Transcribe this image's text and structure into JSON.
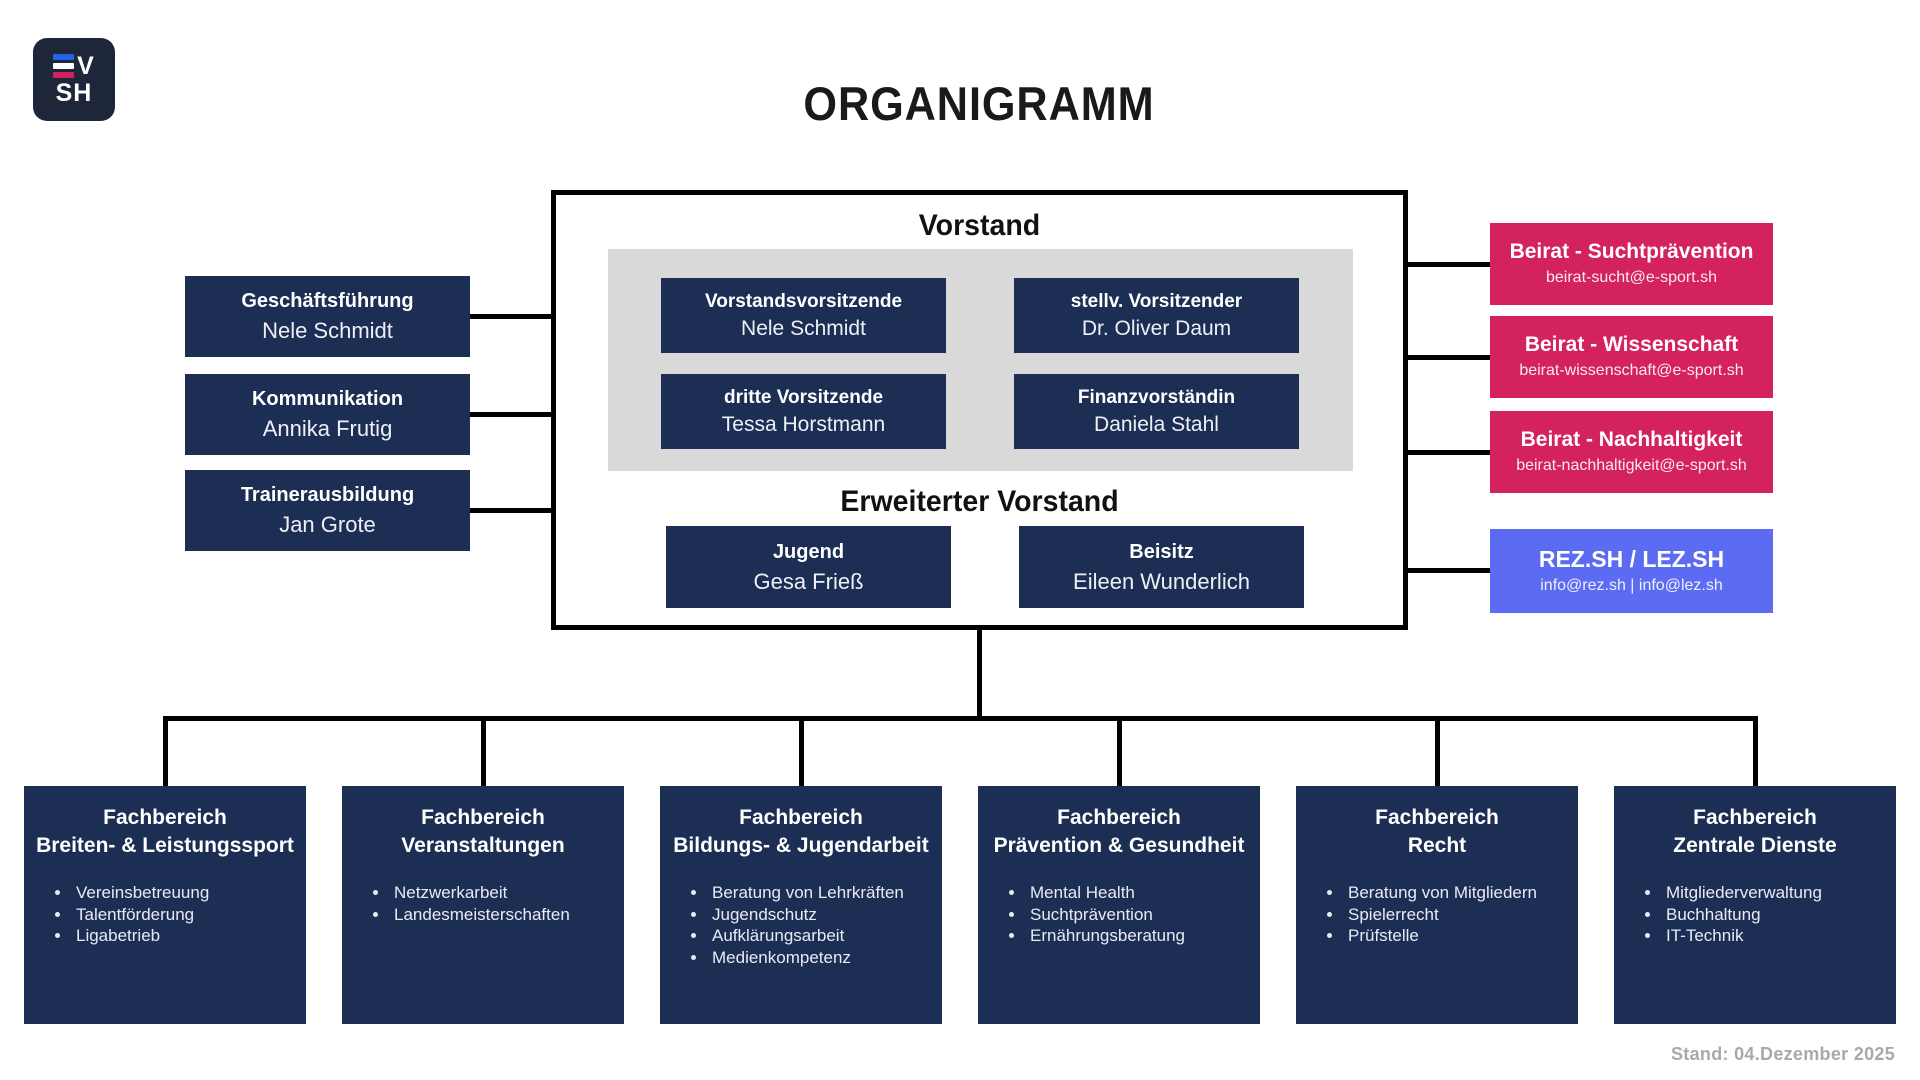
{
  "title": "ORGANIGRAMM",
  "logo": {
    "v": "V",
    "sh": "SH"
  },
  "board": {
    "heading": "Vorstand",
    "members": [
      {
        "role": "Vorstandsvorsitzende",
        "name": "Nele Schmidt"
      },
      {
        "role": "stellv. Vorsitzender",
        "name": "Dr. Oliver Daum"
      },
      {
        "role": "dritte Vorsitzende",
        "name": "Tessa Horstmann"
      },
      {
        "role": "Finanzvorständin",
        "name": "Daniela Stahl"
      }
    ],
    "extended_heading": "Erweiterter Vorstand",
    "extended_members": [
      {
        "role": "Jugend",
        "name": "Gesa Frieß"
      },
      {
        "role": "Beisitz",
        "name": "Eileen Wunderlich"
      }
    ]
  },
  "staff_units": [
    {
      "role": "Geschäftsführung",
      "name": "Nele Schmidt"
    },
    {
      "role": "Kommunikation",
      "name": "Annika Frutig"
    },
    {
      "role": "Trainerausbildung",
      "name": "Jan Grote"
    }
  ],
  "advisory_units": [
    {
      "title": "Beirat - Suchtprävention",
      "email": "beirat-sucht@e-sport.sh"
    },
    {
      "title": "Beirat - Wissenschaft",
      "email": "beirat-wissenschaft@e-sport.sh"
    },
    {
      "title": "Beirat - Nachhaltigkeit",
      "email": "beirat-nachhaltigkeit@e-sport.sh"
    }
  ],
  "partner_unit": {
    "title": "REZ.SH / LEZ.SH",
    "email": "info@rez.sh | info@lez.sh"
  },
  "departments": [
    {
      "title_line1": "Fachbereich",
      "title_line2": "Breiten- & Leistungssport",
      "items": [
        "Vereinsbetreuung",
        "Talentförderung",
        "Ligabetrieb"
      ]
    },
    {
      "title_line1": "Fachbereich",
      "title_line2": "Veranstaltungen",
      "items": [
        "Netzwerkarbeit",
        "Landesmeisterschaften"
      ]
    },
    {
      "title_line1": "Fachbereich",
      "title_line2": "Bildungs- & Jugendarbeit",
      "items": [
        "Beratung von Lehrkräften",
        "Jugendschutz",
        "Aufklärungsarbeit",
        "Medienkompetenz"
      ]
    },
    {
      "title_line1": "Fachbereich",
      "title_line2": "Prävention & Gesundheit",
      "items": [
        "Mental Health",
        "Suchtprävention",
        "Ernährungsberatung"
      ]
    },
    {
      "title_line1": "Fachbereich",
      "title_line2": "Recht",
      "items": [
        "Beratung von Mitgliedern",
        "Spielerrecht",
        "Prüfstelle"
      ]
    },
    {
      "title_line1": "Fachbereich",
      "title_line2": "Zentrale Dienste",
      "items": [
        "Mitgliederverwaltung",
        "Buchhaltung",
        "IT-Technik"
      ]
    }
  ],
  "footer": {
    "stand": "Stand: 04.Dezember 2025"
  },
  "colors": {
    "navy": "#1c2e54",
    "logo_navy": "#1e2639",
    "magenta": "#d4215f",
    "violet": "#5c6cf2",
    "panel_gray": "#d9d9d9",
    "line": "#000000",
    "footer_text": "#a9a9a9",
    "logo_blue": "#2563eb",
    "logo_red": "#d4215f"
  }
}
